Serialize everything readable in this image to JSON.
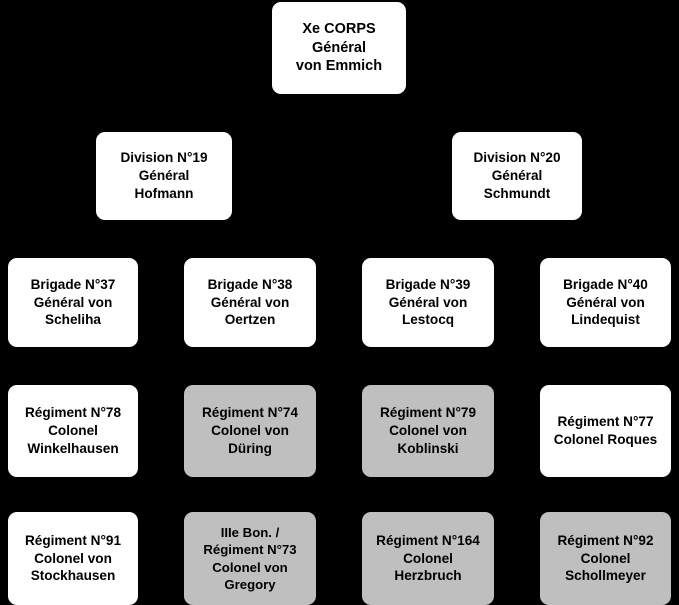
{
  "chart_data": {
    "type": "diagram",
    "title": "Xe CORPS order of battle",
    "background_color": "#000000",
    "node_fill_white": "#FFFFFF",
    "node_fill_gray": "#BFBFBF",
    "text_color": "#000000",
    "levels": [
      "corps",
      "division",
      "brigade",
      "regiment",
      "regiment"
    ],
    "nodes": [
      {
        "id": "corps",
        "fill": "white",
        "level": "corps",
        "lines": [
          "Xe CORPS",
          "Général",
          "von Emmich"
        ]
      },
      {
        "id": "div19",
        "fill": "white",
        "level": "division",
        "lines": [
          "Division N°19",
          "Général",
          "Hofmann"
        ]
      },
      {
        "id": "div20",
        "fill": "white",
        "level": "division",
        "lines": [
          "Division N°20",
          "Général",
          "Schmundt"
        ]
      },
      {
        "id": "bri37",
        "fill": "white",
        "level": "brigade",
        "lines": [
          "Brigade N°37",
          "Général  von",
          "Scheliha"
        ]
      },
      {
        "id": "bri38",
        "fill": "white",
        "level": "brigade",
        "lines": [
          "Brigade N°38",
          "Général  von",
          "Oertzen"
        ]
      },
      {
        "id": "bri39",
        "fill": "white",
        "level": "brigade",
        "lines": [
          "Brigade N°39",
          "Général von",
          "Lestocq"
        ]
      },
      {
        "id": "bri40",
        "fill": "white",
        "level": "brigade",
        "lines": [
          "Brigade N°40",
          "Général von",
          "Lindequist"
        ]
      },
      {
        "id": "reg78",
        "fill": "white",
        "level": "regiment",
        "lines": [
          "Régiment N°78",
          "Colonel",
          "Winkelhausen"
        ]
      },
      {
        "id": "reg74",
        "fill": "gray",
        "level": "regiment",
        "lines": [
          "Régiment N°74",
          "Colonel von",
          "Düring"
        ]
      },
      {
        "id": "reg79",
        "fill": "gray",
        "level": "regiment",
        "lines": [
          "Régiment N°79",
          "Colonel von",
          "Koblinski"
        ]
      },
      {
        "id": "reg77",
        "fill": "white",
        "level": "regiment",
        "lines": [
          "Régiment N°77",
          "Colonel Roques"
        ]
      },
      {
        "id": "reg91",
        "fill": "white",
        "level": "regiment",
        "lines": [
          "Régiment N°91",
          "Colonel von",
          "Stockhausen"
        ]
      },
      {
        "id": "reg73",
        "fill": "gray",
        "level": "regiment",
        "lines": [
          "IIIe Bon. /",
          "Régiment N°73",
          "Colonel von",
          "Gregory"
        ]
      },
      {
        "id": "reg164",
        "fill": "gray",
        "level": "regiment",
        "lines": [
          "Régiment N°164",
          "Colonel",
          "Herzbruch"
        ]
      },
      {
        "id": "reg92",
        "fill": "gray",
        "level": "regiment",
        "lines": [
          "Régiment N°92",
          "Colonel",
          "Schollmeyer"
        ]
      }
    ]
  },
  "corps": {
    "line1": "Xe CORPS",
    "line2": "Général",
    "line3": "von Emmich"
  },
  "divisions": [
    {
      "line1": "Division N°19",
      "line2": "Général",
      "line3": "Hofmann"
    },
    {
      "line1": "Division N°20",
      "line2": "Général",
      "line3": "Schmundt"
    }
  ],
  "brigades": [
    {
      "line1": "Brigade N°37",
      "line2": "Général  von",
      "line3": "Scheliha"
    },
    {
      "line1": "Brigade N°38",
      "line2": "Général  von",
      "line3": "Oertzen"
    },
    {
      "line1": "Brigade N°39",
      "line2": "Général von",
      "line3": "Lestocq"
    },
    {
      "line1": "Brigade N°40",
      "line2": "Général von",
      "line3": "Lindequist"
    }
  ],
  "regiments_row1": [
    {
      "line1": "Régiment N°78",
      "line2": "Colonel",
      "line3": "Winkelhausen"
    },
    {
      "line1": "Régiment N°74",
      "line2": "Colonel von",
      "line3": "Düring"
    },
    {
      "line1": "Régiment N°79",
      "line2": "Colonel von",
      "line3": "Koblinski"
    },
    {
      "line1": "Régiment N°77",
      "line2": "Colonel Roques",
      "line3": ""
    }
  ],
  "regiments_row2": [
    {
      "line1": "Régiment N°91",
      "line2": "Colonel von",
      "line3": "Stockhausen",
      "line4": ""
    },
    {
      "line1": "IIIe Bon. /",
      "line2": "Régiment N°73",
      "line3": "Colonel von",
      "line4": "Gregory"
    },
    {
      "line1": "Régiment N°164",
      "line2": "Colonel",
      "line3": "Herzbruch",
      "line4": ""
    },
    {
      "line1": "Régiment N°92",
      "line2": "Colonel",
      "line3": "Schollmeyer",
      "line4": ""
    }
  ]
}
